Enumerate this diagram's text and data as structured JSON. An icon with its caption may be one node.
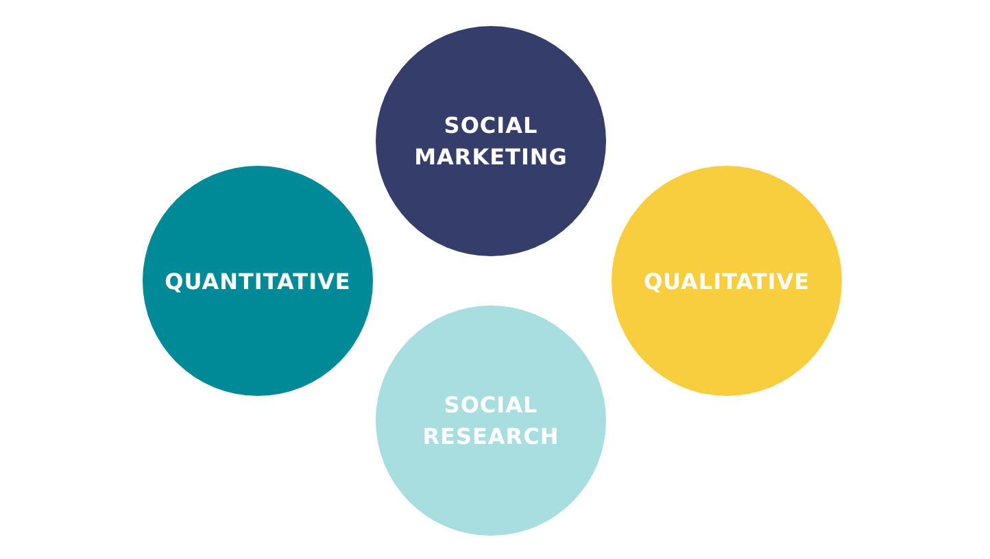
{
  "diagram": {
    "nodes": [
      {
        "text": [
          "SOCIAL MARKETING"
        ]
      },
      {
        "text": [
          "QUANTITATIVE"
        ]
      },
      {
        "text": [
          "QUALITATIVE"
        ]
      },
      {
        "text": [
          "SOCIAL RESEARCH"
        ]
      }
    ]
  }
}
